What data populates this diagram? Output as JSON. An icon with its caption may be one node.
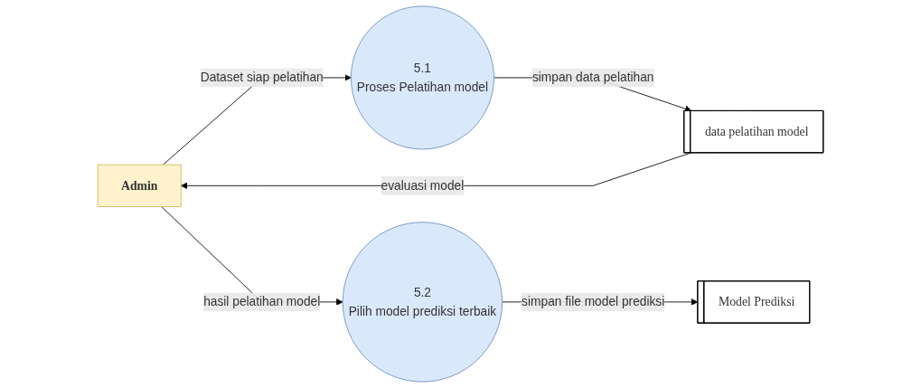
{
  "diagram": {
    "nodes": [
      {
        "text": [
          "Admin"
        ]
      },
      {
        "text": [
          "5.1",
          "Proses Pelatihan model"
        ]
      },
      {
        "text": [
          "data pelatihan model"
        ]
      },
      {
        "text": [
          "5.2",
          "Pilih model prediksi terbaik"
        ]
      },
      {
        "text": [
          "Model Prediksi"
        ]
      }
    ],
    "edges": [
      {
        "from": 2,
        "to": 0,
        "arrow": "to",
        "label": "evaluasi model"
      },
      {
        "from": 0,
        "to": 1,
        "arrow": "to",
        "label": "Dataset siap pelatihan"
      },
      {
        "from": 1,
        "to": 2,
        "arrow": "to",
        "label": "simpan data pelatihan"
      },
      {
        "from": 0,
        "to": 3,
        "arrow": "to",
        "label": "hasil pelatihan model"
      },
      {
        "from": 3,
        "to": 4,
        "arrow": "to",
        "label": "simpan file model prediksi"
      }
    ]
  }
}
